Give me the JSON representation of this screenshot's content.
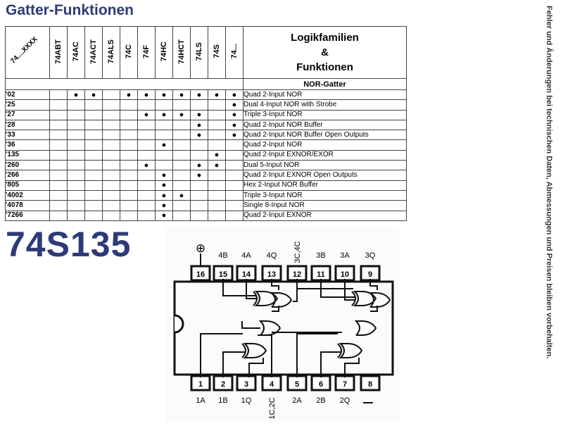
{
  "page_title": "Gatter-Funktionen",
  "table": {
    "corner_label": "74....XXXX",
    "families": [
      "74ABT",
      "74AC",
      "74ACT",
      "74ALS",
      "74C",
      "74F",
      "74HC",
      "74HCT",
      "74LS",
      "74S",
      "74..."
    ],
    "function_header": [
      "Logikfamilien",
      "&",
      "Funktionen"
    ],
    "section_label": "NOR-Gatter",
    "rows": [
      {
        "code": "'02",
        "dots": [
          0,
          1,
          1,
          0,
          1,
          1,
          1,
          1,
          1,
          1,
          1
        ],
        "function": "Quad 2-Input NOR"
      },
      {
        "code": "'25",
        "dots": [
          0,
          0,
          0,
          0,
          0,
          0,
          0,
          0,
          0,
          0,
          1
        ],
        "function": "Dual 4-Input NOR with Strobe"
      },
      {
        "code": "'27",
        "dots": [
          0,
          0,
          0,
          0,
          0,
          1,
          1,
          1,
          1,
          0,
          1
        ],
        "function": "Triple 3-Input NOR"
      },
      {
        "code": "'28",
        "dots": [
          0,
          0,
          0,
          0,
          0,
          0,
          0,
          0,
          1,
          0,
          1
        ],
        "function": "Quad 2-Input NOR Buffer"
      },
      {
        "code": "'33",
        "dots": [
          0,
          0,
          0,
          0,
          0,
          0,
          0,
          0,
          1,
          0,
          1
        ],
        "function": "Quad 2-Input NOR Buffer Open Outputs"
      },
      {
        "code": "'36",
        "dots": [
          0,
          0,
          0,
          0,
          0,
          0,
          1,
          0,
          0,
          0,
          0
        ],
        "function": "Quad 2-Input NOR"
      },
      {
        "code": "'135",
        "dots": [
          0,
          0,
          0,
          0,
          0,
          0,
          0,
          0,
          0,
          1,
          0
        ],
        "function": "Quad 2-Input EXNOR/EXOR"
      },
      {
        "code": "'260",
        "dots": [
          0,
          0,
          0,
          0,
          0,
          1,
          0,
          0,
          1,
          1,
          0
        ],
        "function": "Dual 5-Input NOR"
      },
      {
        "code": "'266",
        "dots": [
          0,
          0,
          0,
          0,
          0,
          0,
          1,
          0,
          1,
          0,
          0
        ],
        "function": "Quad 2-Input EXNOR Open Outputs"
      },
      {
        "code": "'805",
        "dots": [
          0,
          0,
          0,
          0,
          0,
          0,
          1,
          0,
          0,
          0,
          0
        ],
        "function": "Hex 2-Input NOR Buffer"
      },
      {
        "code": "'4002",
        "dots": [
          0,
          0,
          0,
          0,
          0,
          0,
          1,
          1,
          0,
          0,
          0
        ],
        "function": "Triple 3-Input NOR"
      },
      {
        "code": "'4078",
        "dots": [
          0,
          0,
          0,
          0,
          0,
          0,
          1,
          0,
          0,
          0,
          0
        ],
        "function": "Single 8-Input NOR"
      },
      {
        "code": "'7266",
        "dots": [
          0,
          0,
          0,
          0,
          0,
          0,
          1,
          0,
          0,
          0,
          0
        ],
        "function": "Quad 2-Input EXNOR"
      }
    ]
  },
  "part_number": "74S135",
  "side_note": "Fehler und Änderungen bei technischen Daten, Abmessungen und Preisen bleiben vorbehalten.",
  "pinout": {
    "top_labels": [
      "4B",
      "4A",
      "4Q",
      "3C,4C",
      "3B",
      "3A",
      "3Q"
    ],
    "bottom_labels": [
      "1A",
      "1B",
      "1Q",
      "1C,2C",
      "2A",
      "2B",
      "2Q"
    ],
    "top_pins": [
      "16",
      "15",
      "14",
      "13",
      "12",
      "11",
      "10",
      "9"
    ],
    "bottom_pins": [
      "1",
      "2",
      "3",
      "4",
      "5",
      "6",
      "7",
      "8"
    ],
    "vcc_symbol": "⊕"
  }
}
